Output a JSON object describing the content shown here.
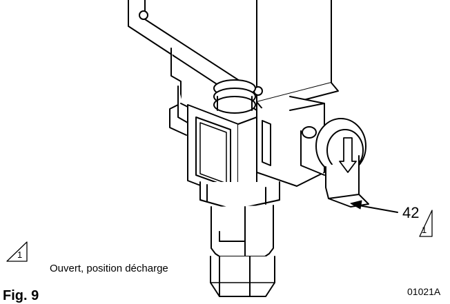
{
  "figure": {
    "title": "Fig. 9",
    "catalog_number": "01021A"
  },
  "callout": {
    "part_number": "42",
    "warning_symbol": "1"
  },
  "legend": {
    "symbol": "1",
    "text": "Ouvert, position décharge"
  },
  "icons": {
    "warning_triangle": "warning-triangle-icon",
    "direction_arrow": "down-arrow-icon"
  }
}
